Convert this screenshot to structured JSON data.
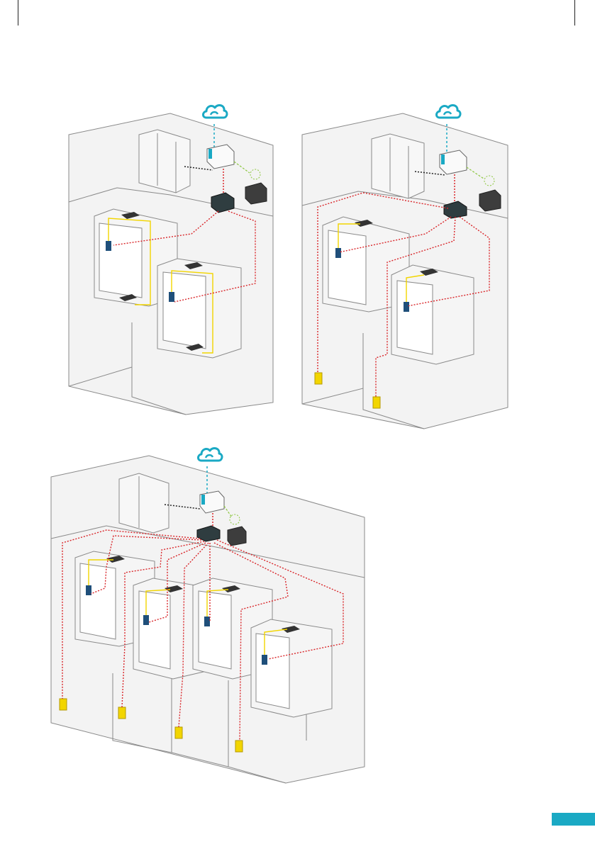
{
  "colors": {
    "accent": "#1aa9c4",
    "wall_fill": "#f1f1f1",
    "wall_stroke": "#8a8a8a",
    "network_line": "#d9262a",
    "power_line": "#f2d500",
    "ethernet_line": "#222222",
    "wireless_line": "#8cc63f",
    "device_dark": "#3a3a3a",
    "keypad_blue": "#1f4f7a",
    "outlet_yellow": "#f2d500"
  },
  "icons": {
    "cloud": "cloud-icon",
    "router": "router-icon",
    "controller": "controller-icon",
    "reader": "reader-icon",
    "keypad": "keypad-icon",
    "outlet": "outlet-icon",
    "lock": "electric-lock-icon"
  },
  "diagrams": [
    {
      "name": "single-cabinet-pair-wired",
      "cabinets": 2,
      "outlets": 0
    },
    {
      "name": "cabinet-pair-with-outlets",
      "cabinets": 2,
      "outlets": 2
    },
    {
      "name": "four-cabinet-installation",
      "cabinets": 4,
      "outlets": 4
    }
  ]
}
